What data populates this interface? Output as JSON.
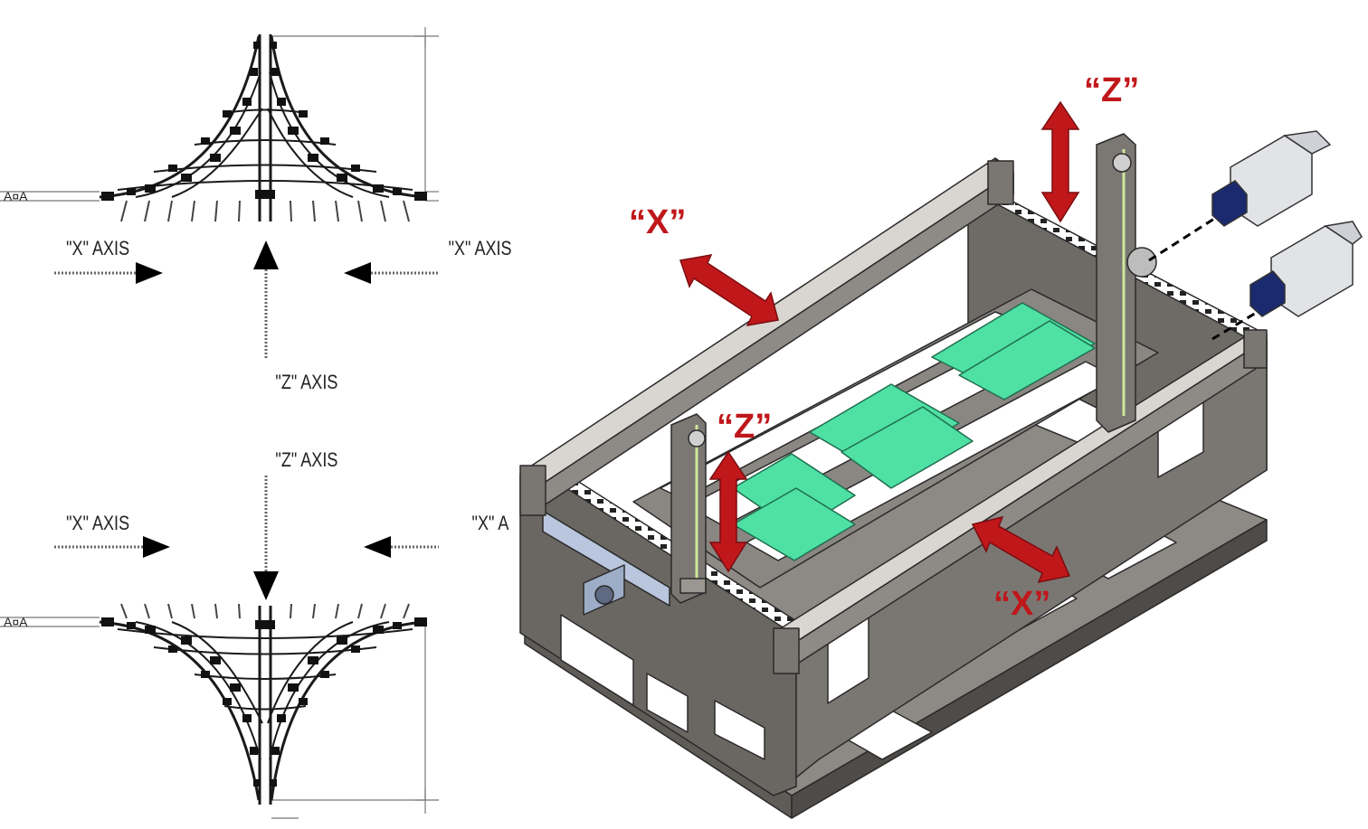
{
  "left_diagram": {
    "top": {
      "x_axis_left": "\"X\" AXIS",
      "x_axis_right": "\"X\" AXIS",
      "z_axis": "\"Z\" AXIS",
      "tag": "A¤A"
    },
    "bottom": {
      "z_axis": "\"Z\" AXIS",
      "x_axis_left": "\"X\" AXIS",
      "x_axis_right": "\"X\" A",
      "tag": "A¤A"
    }
  },
  "machine": {
    "labels": {
      "z_top": "“Z”",
      "x_left": "“X”",
      "z_mid": "“Z”",
      "x_bottom": "“X”"
    }
  },
  "colors": {
    "arrow_red": "#c0171b",
    "pcb_green": "#4fe0a4",
    "metal_gray": "#8c8883",
    "motor_blue": "#1b2a6e"
  }
}
